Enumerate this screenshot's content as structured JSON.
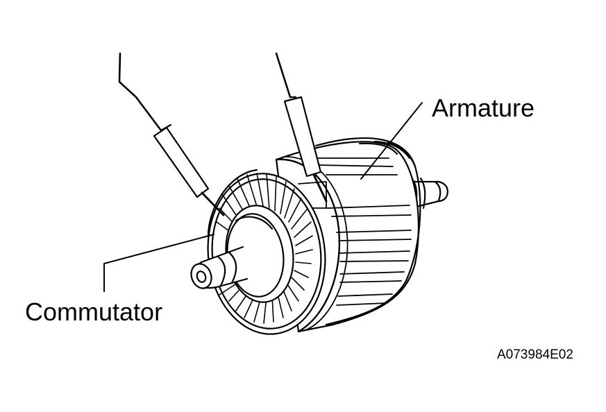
{
  "labels": {
    "armature": "Armature",
    "commutator": "Commutator"
  },
  "figure_id": "A073984E02",
  "colors": {
    "ink": "#000000",
    "paper": "#ffffff"
  }
}
